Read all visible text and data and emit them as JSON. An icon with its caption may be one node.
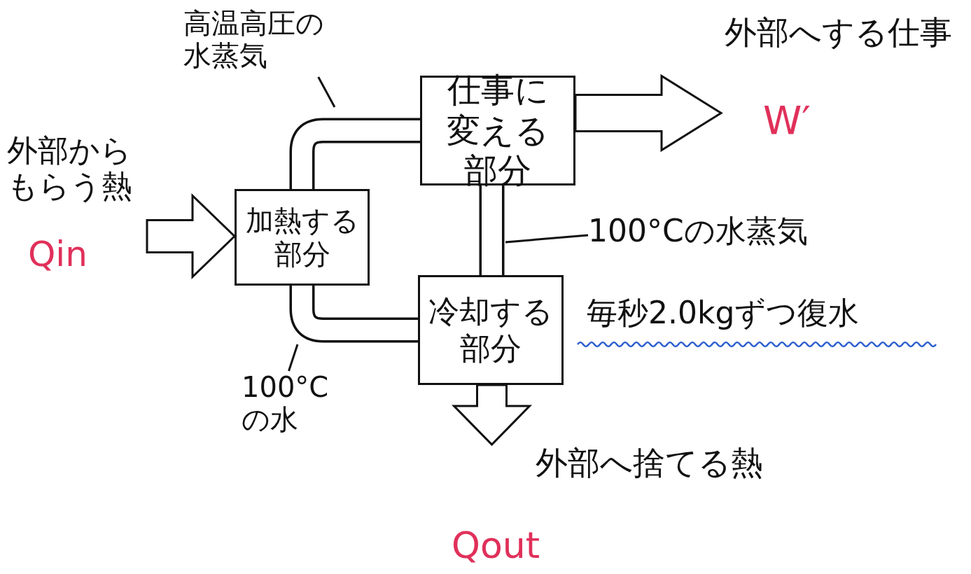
{
  "diagram": {
    "nodes": [
      {
        "text": [
          "外部からもらう熱",
          "Qin"
        ]
      },
      {
        "text": [
          "加熱する部分"
        ]
      },
      {
        "text": [
          "仕事に変える部分"
        ]
      },
      {
        "text": [
          "冷却する部分"
        ]
      },
      {
        "text": [
          "外部へする仕事",
          "W′"
        ]
      },
      {
        "text": [
          "外部へ捨てる熱",
          "Qout"
        ]
      },
      {
        "text": [
          "高温高圧の水蒸気"
        ]
      },
      {
        "text": [
          "100°Cの水蒸気"
        ]
      },
      {
        "text": [
          "100°Cの水"
        ]
      }
    ],
    "edges": [
      {
        "from": 0,
        "to": 1,
        "arrow": "to",
        "style": "thick"
      },
      {
        "from": 2,
        "to": 4,
        "arrow": "to",
        "style": "thick"
      },
      {
        "from": 3,
        "to": 5,
        "arrow": "to",
        "style": "thick"
      },
      {
        "from": 1,
        "to": 2,
        "arrow": "none",
        "style": "thick"
      },
      {
        "from": 2,
        "to": 3,
        "arrow": "none",
        "style": "thick"
      },
      {
        "from": 3,
        "to": 1,
        "arrow": "none",
        "style": "thick"
      },
      {
        "from": 6,
        "to": null,
        "arrow": "none"
      },
      {
        "from": 7,
        "to": null,
        "arrow": "none"
      },
      {
        "from": 8,
        "to": null,
        "arrow": "none"
      }
    ],
    "labels": [
      "毎秒2.0kgずつ復水"
    ]
  }
}
